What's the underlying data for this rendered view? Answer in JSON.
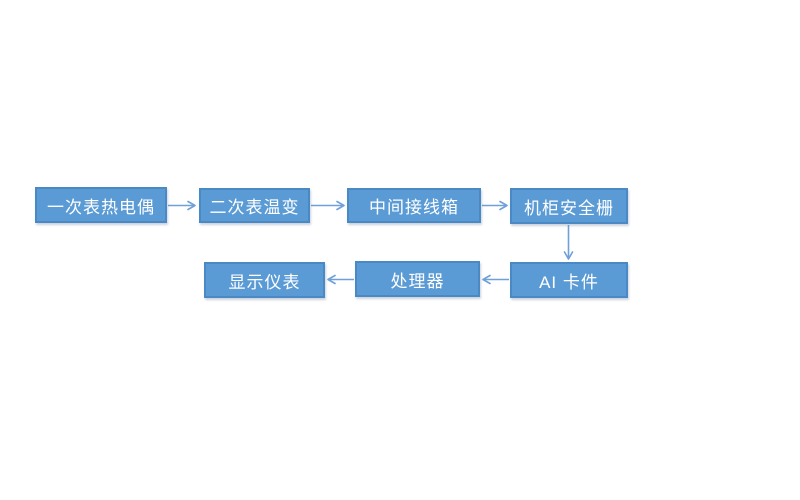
{
  "diagram": {
    "type": "flowchart",
    "background_color": "#FFFFFF",
    "colors": {
      "node_fill": "#5B9BD5",
      "node_border": "#4A89C4",
      "node_text": "#FFFFFF",
      "arrow": "#6FA0D8"
    },
    "nodes": [
      {
        "id": "primary-thermocouple",
        "label": "一次表热电偶"
      },
      {
        "id": "secondary-temperature-transmitter",
        "label": "二次表温变"
      },
      {
        "id": "intermediate-junction-box",
        "label": "中间接线箱"
      },
      {
        "id": "cabinet-safety-barrier",
        "label": "机柜安全栅"
      },
      {
        "id": "ai-card",
        "label": "AI 卡件"
      },
      {
        "id": "processor",
        "label": "处理器"
      },
      {
        "id": "display-instrument",
        "label": "显示仪表"
      }
    ],
    "edges": [
      {
        "from": "一次表热电偶",
        "to": "二次表温变",
        "direction": "right"
      },
      {
        "from": "二次表温变",
        "to": "中间接线箱",
        "direction": "right"
      },
      {
        "from": "中间接线箱",
        "to": "机柜安全栅",
        "direction": "right"
      },
      {
        "from": "机柜安全栅",
        "to": "AI 卡件",
        "direction": "down"
      },
      {
        "from": "AI 卡件",
        "to": "处理器",
        "direction": "left"
      },
      {
        "from": "处理器",
        "to": "显示仪表",
        "direction": "left"
      }
    ]
  }
}
